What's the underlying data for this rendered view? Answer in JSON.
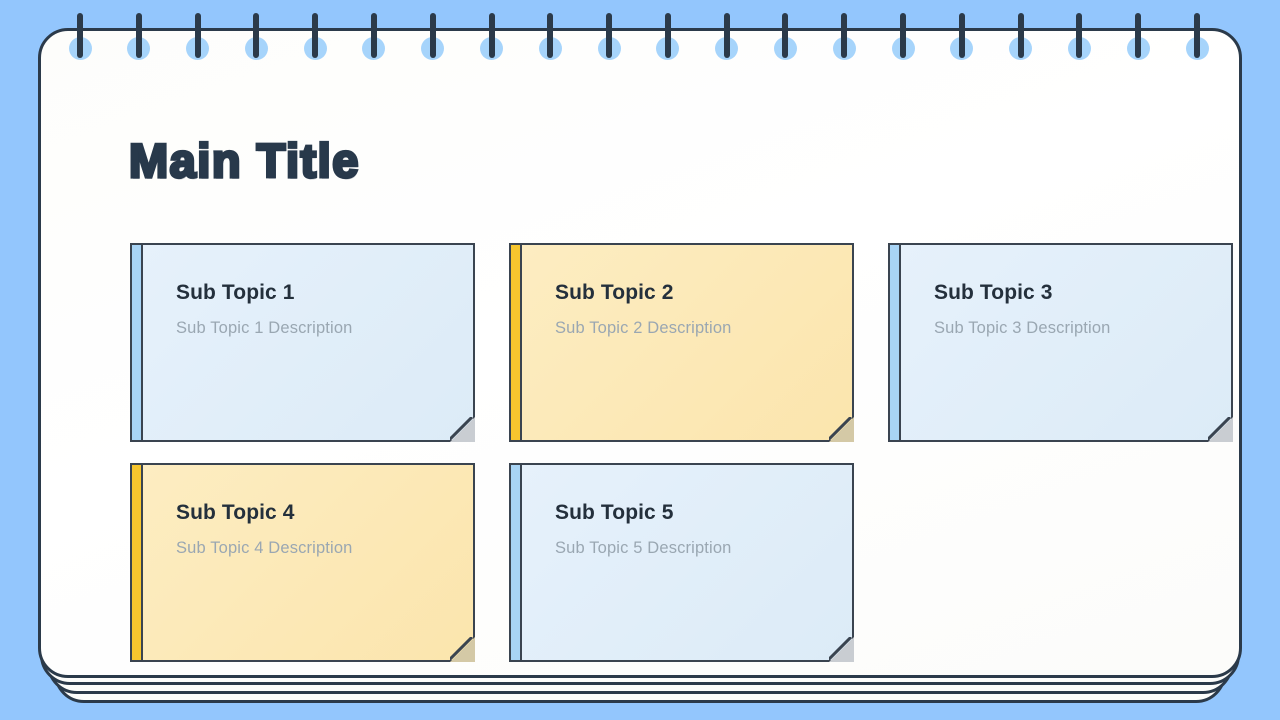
{
  "theme": {
    "background_color": "#93c6fd",
    "page_color": "#fdfdfb",
    "ink_color": "#2b3a4a",
    "blue_card_color": "#e4eff9",
    "blue_accent_color": "#a8d4f5",
    "yellow_card_color": "#fbe7b4",
    "yellow_accent_color": "#f7c62e",
    "card_title_color": "#24303c",
    "card_desc_color": "#9aa7b2",
    "fold_color": "#c9cdd2"
  },
  "notebook": {
    "ring_count": 20,
    "page_layer_count": 3
  },
  "header": {
    "title": "Main Title"
  },
  "cards": [
    {
      "title": "Sub Topic 1",
      "description": "Sub Topic 1 Description",
      "color": "blue"
    },
    {
      "title": "Sub Topic 2",
      "description": "Sub Topic 2 Description",
      "color": "yellow"
    },
    {
      "title": "Sub Topic 3",
      "description": "Sub Topic 3 Description",
      "color": "blue"
    },
    {
      "title": "Sub Topic 4",
      "description": "Sub Topic 4 Description",
      "color": "yellow"
    },
    {
      "title": "Sub Topic 5",
      "description": "Sub Topic 5 Description",
      "color": "blue"
    }
  ]
}
